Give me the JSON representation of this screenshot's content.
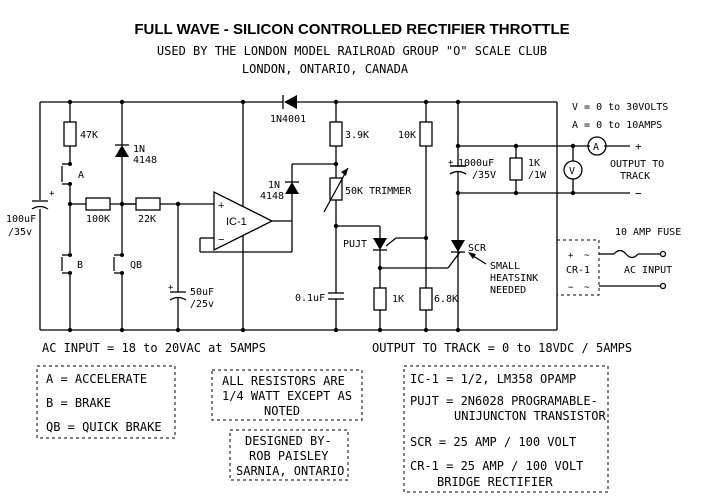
{
  "title": "FULL WAVE - SILICON CONTROLLED RECTIFIER THROTTLE",
  "subtitle1": "USED BY THE LONDON MODEL RAILROAD GROUP \"O\" SCALE CLUB",
  "subtitle2": "LONDON,  ONTARIO,  CANADA",
  "labels": {
    "r47k": "47K",
    "d1a": "1N",
    "d1b": "4148",
    "swA": "A",
    "r100k": "100K",
    "r22k": "22K",
    "swB": "B",
    "swQB": "QB",
    "c100a": "100uF",
    "c100b": "/35v",
    "c50a": "50uF",
    "c50b": "/25v",
    "ic1": "IC-1",
    "plus": "+",
    "minus": "−",
    "d2a": "1N",
    "d2b": "4148",
    "d1n4001": "1N4001",
    "r39k": "3.9K",
    "trimmer": "50K TRIMMER",
    "c01": "0.1uF",
    "pujt": "PUJT",
    "r1k": "1K",
    "r10k": "10K",
    "r68k": "6.8K",
    "c1000a": "1000uF",
    "c1000b": "/35V",
    "r1k1w_a": "1K",
    "r1k1w_b": "/1W",
    "meterV": "V",
    "meterA": "A",
    "vrange": "V = 0 to 30VOLTS",
    "arange": "A = 0 to 10AMPS",
    "outplus": "+",
    "outminus": "−",
    "outto": "OUTPUT TO",
    "track": "TRACK",
    "scr": "SCR",
    "heat1": "SMALL",
    "heat2": "HEATSINK",
    "heat3": "NEEDED",
    "cr1": "CR-1",
    "fuse": "10 AMP FUSE",
    "acin": "AC INPUT"
  },
  "ac_input_line": "AC INPUT = 18 to 20VAC at 5AMPS",
  "output_line": "OUTPUT TO TRACK = 0 to 18VDC / 5AMPS",
  "legend": {
    "a": "A = ACCELERATE",
    "b": "B = BRAKE",
    "qb": "QB = QUICK BRAKE"
  },
  "resistor_note": {
    "l1": "ALL  RESISTORS ARE",
    "l2": "1/4 WATT EXCEPT AS",
    "l3": "NOTED"
  },
  "designer": {
    "l1": "DESIGNED BY-",
    "l2": "ROB PAISLEY",
    "l3": "SARNIA, ONTARIO"
  },
  "parts": {
    "l1": "IC-1 = 1/2, LM358 OPAMP",
    "l2": "PUJT = 2N6028 PROGRAMABLE-",
    "l3": "UNIJUNCTON TRANSISTOR",
    "l4": "SCR = 25 AMP / 100 VOLT",
    "l5": "CR-1 = 25 AMP / 100 VOLT",
    "l6": "BRIDGE RECTIFIER"
  }
}
